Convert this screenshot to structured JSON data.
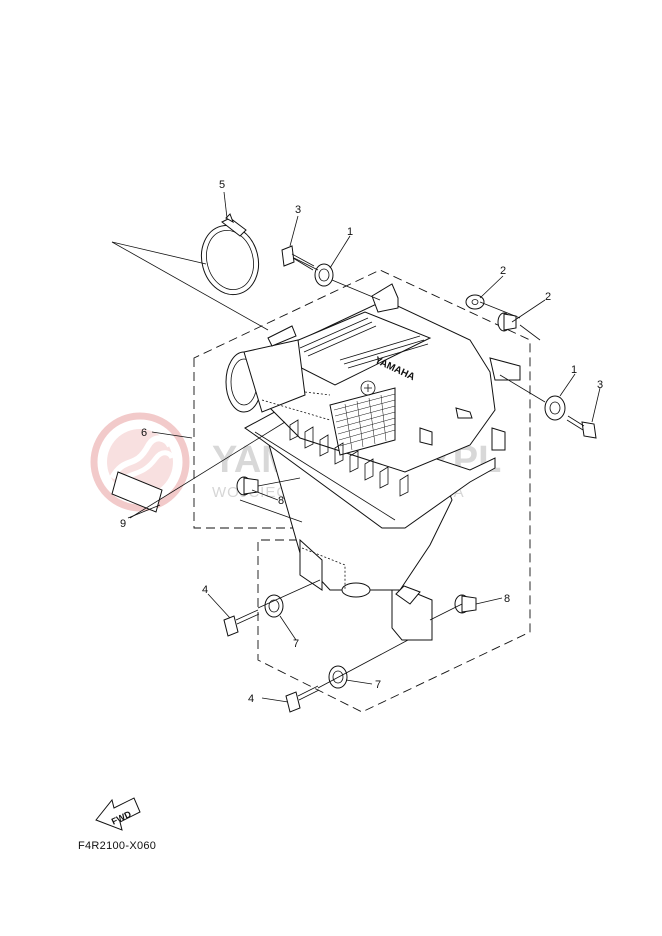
{
  "diagram_code": "F4R2100-X060",
  "watermark": {
    "main": "YAMASKLEP.PL",
    "sub": "WOJCIECH MAJEWSKI YAMAHA"
  },
  "fwd_label": "FWD",
  "housing_brand": "YAMAHA",
  "callouts": [
    {
      "id": "c1a",
      "label": "1"
    },
    {
      "id": "c1b",
      "label": "1"
    },
    {
      "id": "c2a",
      "label": "2"
    },
    {
      "id": "c2b",
      "label": "2"
    },
    {
      "id": "c3a",
      "label": "3"
    },
    {
      "id": "c3b",
      "label": "3"
    },
    {
      "id": "c4a",
      "label": "4"
    },
    {
      "id": "c4b",
      "label": "4"
    },
    {
      "id": "c5",
      "label": "5"
    },
    {
      "id": "c6",
      "label": "6"
    },
    {
      "id": "c7a",
      "label": "7"
    },
    {
      "id": "c7b",
      "label": "7"
    },
    {
      "id": "c8a",
      "label": "8"
    },
    {
      "id": "c8b",
      "label": "8"
    },
    {
      "id": "c9",
      "label": "9"
    }
  ],
  "colors": {
    "line": "#111111",
    "watermark_logo": "#f2c4c4",
    "watermark_text": "#d8d8d8"
  }
}
